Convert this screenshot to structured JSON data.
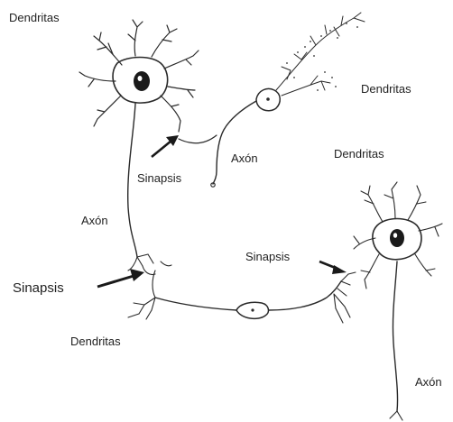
{
  "labels": {
    "dendritas_top_left": "Dendritas",
    "dendritas_right_upper": "Dendritas",
    "dendritas_right_mid": "Dendritas",
    "dendritas_bottom_left": "Dendritas",
    "axon_mid": "Axón",
    "axon_left": "Axón",
    "axon_bottom_right": "Axón",
    "sinapsis_upper": "Sinapsis",
    "sinapsis_right": "Sinapsis",
    "sinapsis_left": "Sinapsis"
  }
}
